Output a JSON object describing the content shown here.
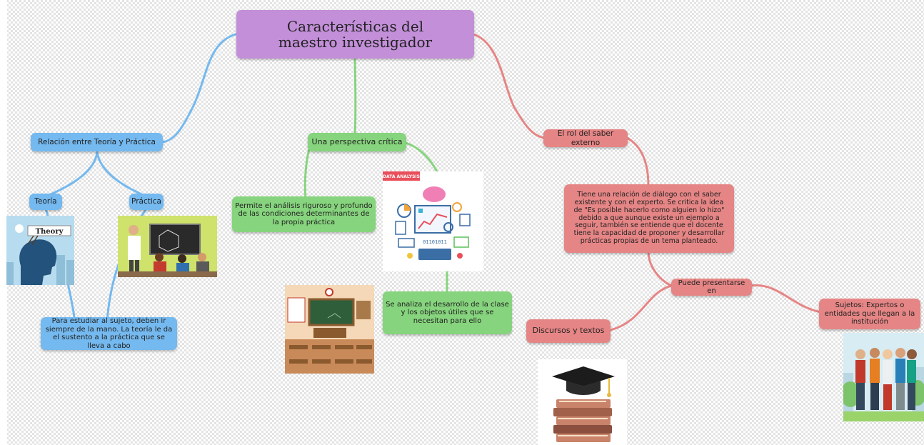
{
  "central_topic": "Características del maestro investigador",
  "branches": {
    "teoria_practica": {
      "label": "Relación entre Teoría y Práctica",
      "children": [
        "Teoría",
        "Práctica"
      ],
      "detail": "Para estudiar al sujeto, deben ir siempre de la mano. La teoría le da el sustento a la práctica que se lleva a cabo",
      "theory_image_text": "Theory"
    },
    "perspectiva_critica": {
      "label": "Una perspectiva crítica",
      "detail_1": "Permite el análisis riguroso y profundo de las condiciones determinantes de la propia práctica",
      "detail_2": "Se analiza el desarrollo de la clase y los objetos útiles que se necesitan para ello",
      "image_tag": "DATA ANALYSIS",
      "image_binary": "01101011"
    },
    "saber_externo": {
      "label": "El rol del saber externo",
      "detail": "Tiene una relación de diálogo con el saber existente y con el experto. Se critica la idea de \"Es posible hacerlo como alguien lo hizo\" debido a que aunque existe un ejemplo a seguir, también se entiende que el docente tiene la capacidad de proponer y desarrollar prácticas propias de un tema planteado.",
      "sub_label": "Puede presentarse en",
      "sub_children": [
        "Discursos y textos",
        "Sujetos: Expertos o entidades que llegan a la institución"
      ]
    }
  },
  "colors": {
    "central": "#c28fd8",
    "blue": "#74b9ef",
    "green": "#86d47d",
    "red": "#e68585"
  }
}
